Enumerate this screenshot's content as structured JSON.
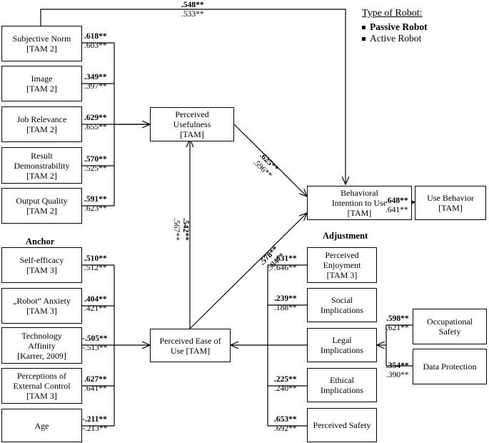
{
  "legend": {
    "title": "Type of Robot:",
    "passive": "Passive Robot",
    "active": "Active Robot"
  },
  "headings": {
    "anchor": "Anchor",
    "adjustment": "Adjustment"
  },
  "boxes": {
    "subjective_norm": [
      "Subjective Norm",
      "[TAM 2]"
    ],
    "image": [
      "Image",
      "[TAM 2]"
    ],
    "job_relevance": [
      "Job Relevance",
      "[TAM 2]"
    ],
    "result_demonstrability": [
      "Result",
      "Demonstrability",
      "[TAM 2]"
    ],
    "output_quality": [
      "Output Quality",
      "[TAM 2]"
    ],
    "perceived_usefulness": [
      "Perceived",
      "Usefulness",
      "[TAM]"
    ],
    "behavioral_intention": [
      "Behavioral",
      "Intention to Use",
      "[TAM]"
    ],
    "use_behavior": [
      "Use Behavior",
      "[TAM]"
    ],
    "self_efficacy": [
      "Self-efficacy",
      "[TAM 3]"
    ],
    "robot_anxiety": [
      "„Robot“ Anxiety",
      "[TAM 3]"
    ],
    "technology_affinity": [
      "Technology",
      "Affinity",
      "[Karrer, 2009]"
    ],
    "perceptions_external_control": [
      "Perceptions of",
      "External Control",
      "[TAM 3]"
    ],
    "age": [
      "Age"
    ],
    "perceived_ease_of_use": [
      "Perceived Ease of",
      "Use [TAM]"
    ],
    "perceived_enjoyment": [
      "Perceived",
      "Enjoyment",
      "[TAM 3]"
    ],
    "social_implications": [
      "Social",
      "Implications"
    ],
    "legal_implications": [
      "Legal",
      "Implications"
    ],
    "ethical_implications": [
      "Ethical",
      "Implications"
    ],
    "perceived_safety": [
      "Perceived Safety"
    ],
    "occupational_safety": [
      "Occupational",
      "Safety"
    ],
    "data_protection": [
      "Data Protection"
    ]
  },
  "paths": {
    "sn_bi": {
      "passive": ".548**",
      "active": ".533**"
    },
    "sn_pu": {
      "passive": ".618**",
      "active": ".603**"
    },
    "image_pu": {
      "passive": ".349**",
      "active": ".397**"
    },
    "jr_pu": {
      "passive": ".629**",
      "active": ".655**"
    },
    "rd_pu": {
      "passive": ".570**",
      "active": ".525**"
    },
    "oq_pu": {
      "passive": ".591**",
      "active": ".623**"
    },
    "pu_bi": {
      "passive": ".625**",
      "active": ".596**"
    },
    "peou_pu": {
      "passive": ".542**",
      "active": ".567**"
    },
    "peou_bi": {
      "passive": ".578**",
      "active": ".584**"
    },
    "bi_ub": {
      "passive": ".648**",
      "active": ".641**"
    },
    "se_peou": {
      "passive": ".510**",
      "active": ".512**"
    },
    "ra_peou": {
      "passive": ".404**",
      "active": ".421**"
    },
    "ta_peou": {
      "passive": "-.505**",
      "active": "-.513**"
    },
    "pec_peou": {
      "passive": ".627**",
      "active": ".641**"
    },
    "age_peou": {
      "passive": "-.211**",
      "active": "-.213**"
    },
    "enj_peou": {
      "passive": ".631**",
      "active": ".646**"
    },
    "soc_peou": {
      "passive": ".239**",
      "active": ".188**"
    },
    "occ_legal": {
      "passive": ".598**",
      "active": ".621**"
    },
    "dp_legal": {
      "passive": ".354**",
      "active": ".390**"
    },
    "eth_peou": {
      "passive": ".225**",
      "active": ".240**"
    },
    "ps_peou": {
      "passive": ".653**",
      "active": ".692**"
    }
  }
}
